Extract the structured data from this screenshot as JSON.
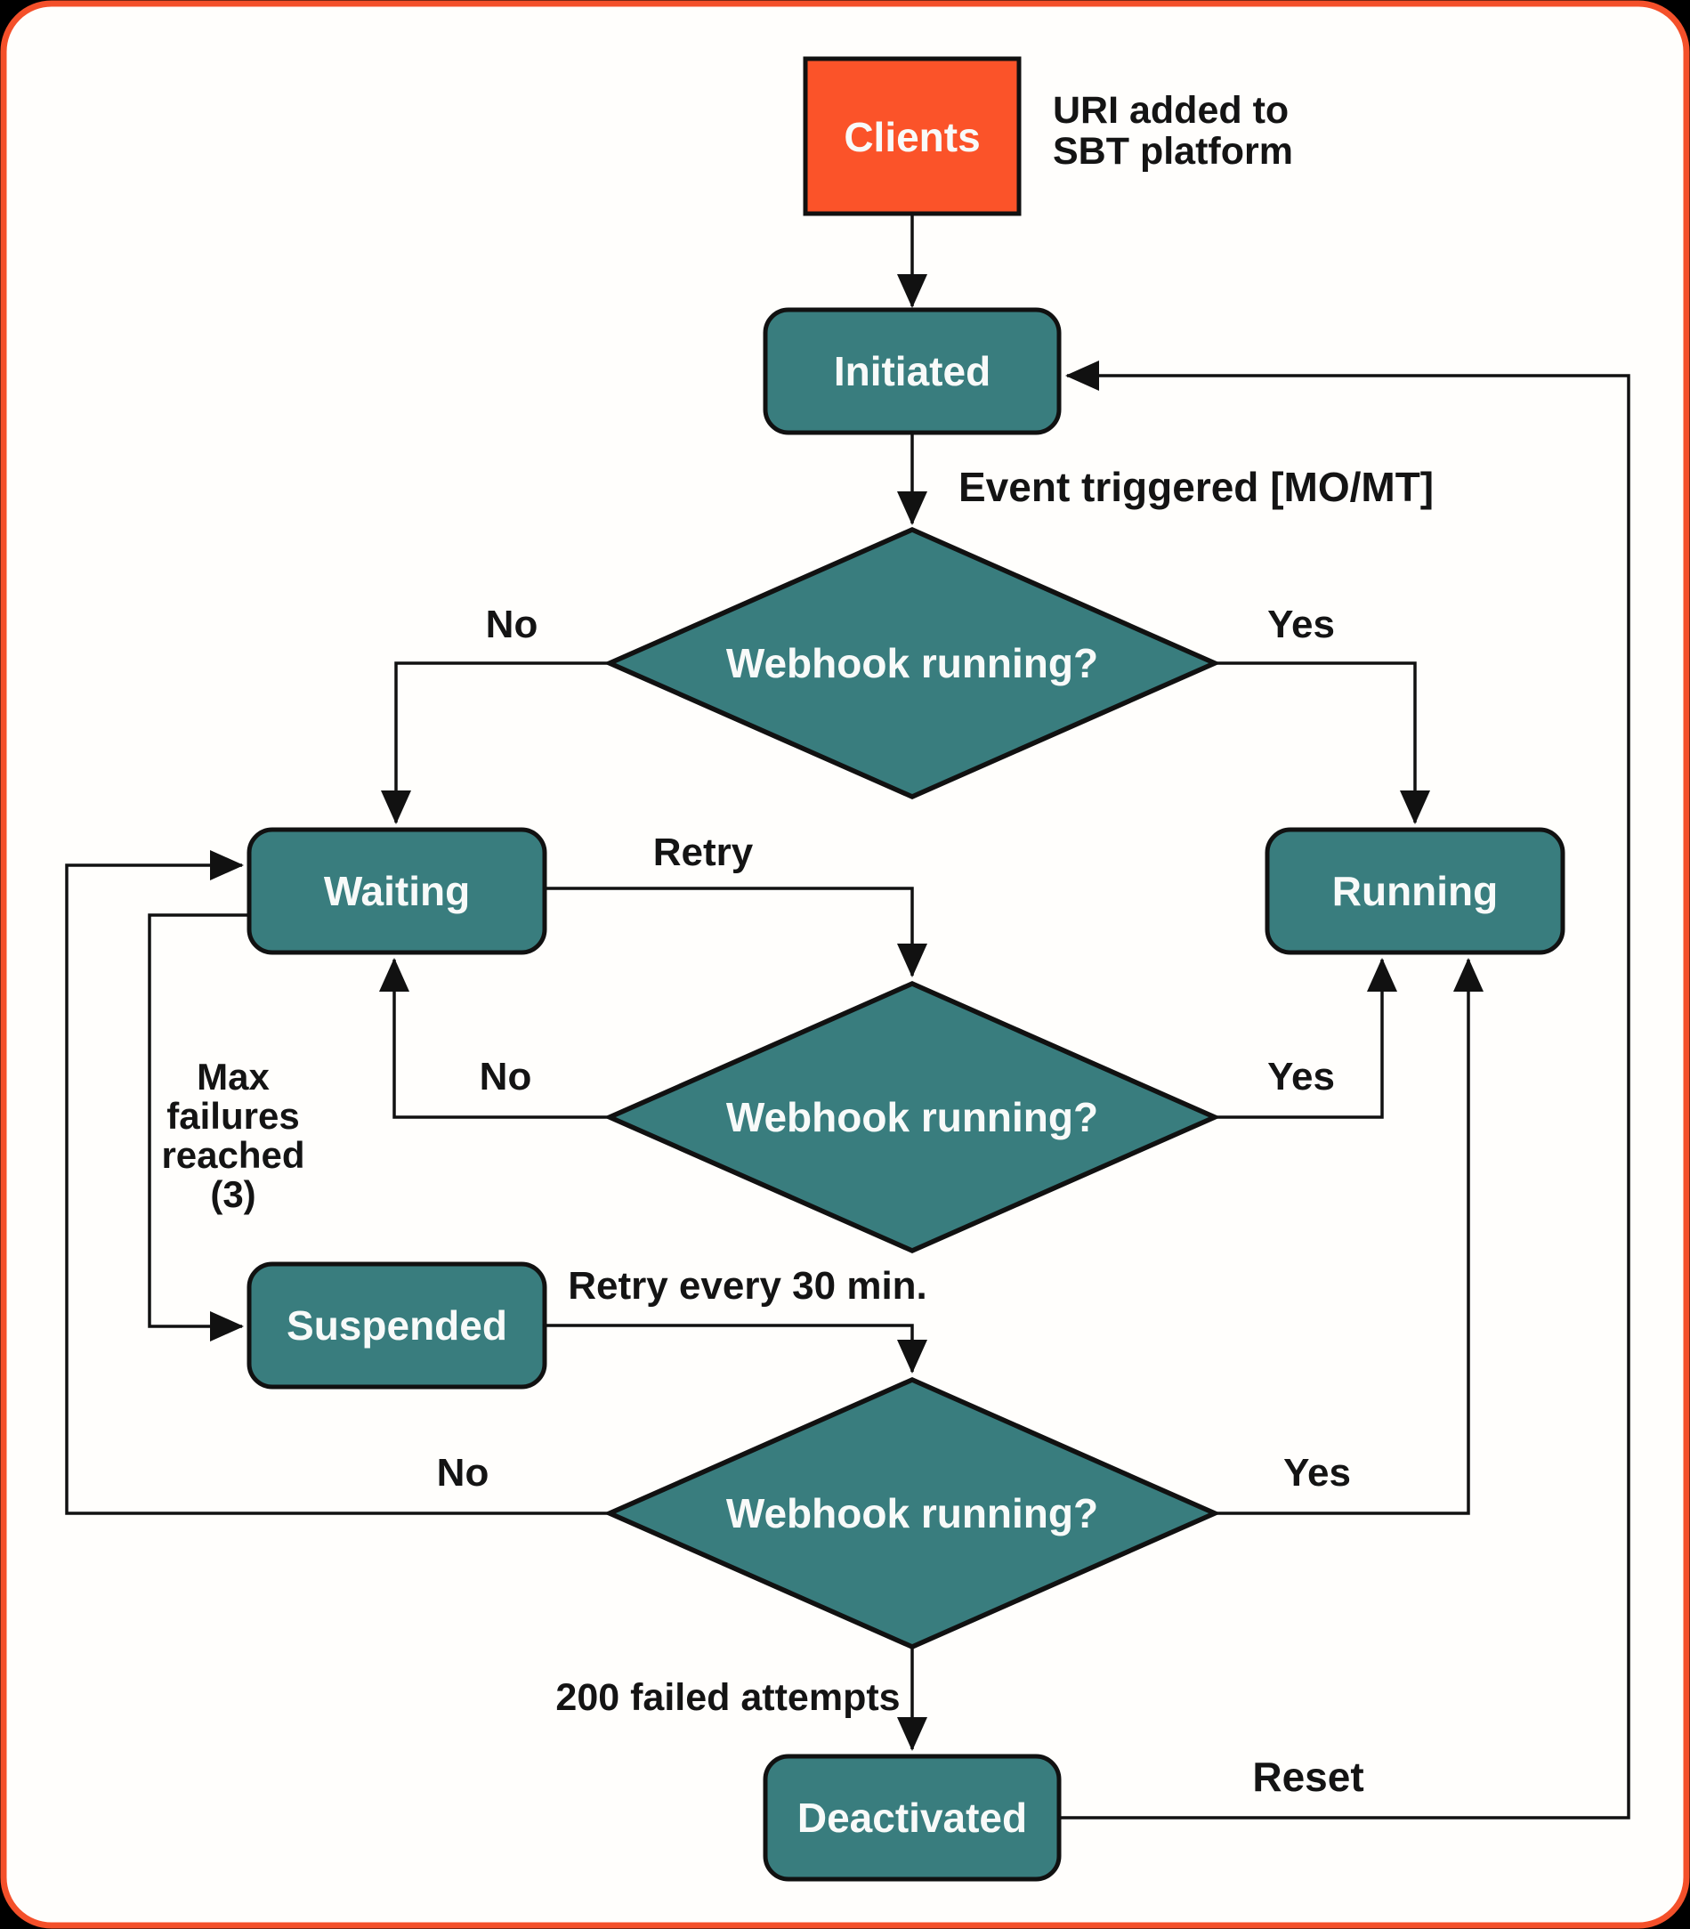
{
  "colors": {
    "page_bg": "#000000",
    "card_bg": "#FFFEFC",
    "card_border": "#F4502A",
    "client_fill": "#FB5329",
    "state_fill": "#397D7E",
    "stroke": "#111111",
    "node_text": "#F8FAF9",
    "label_text": "#141414"
  },
  "nodes": {
    "clients": "Clients",
    "initiated": "Initiated",
    "decision1": "Webhook running?",
    "waiting": "Waiting",
    "running": "Running",
    "decision2": "Webhook running?",
    "suspended": "Suspended",
    "decision3": "Webhook running?",
    "deactivated": "Deactivated"
  },
  "labels": {
    "uri_line1": "URI added to",
    "uri_line2": "SBT platform",
    "event_triggered": "Event triggered [MO/MT]",
    "d1_no": "No",
    "d1_yes": "Yes",
    "retry": "Retry",
    "d2_no": "No",
    "d2_yes": "Yes",
    "max_failures": [
      "Max",
      "failures",
      "reached",
      "(3)"
    ],
    "retry_every": "Retry every 30 min.",
    "d3_no": "No",
    "d3_yes": "Yes",
    "failed_attempts": "200 failed attempts",
    "reset": "Reset"
  }
}
